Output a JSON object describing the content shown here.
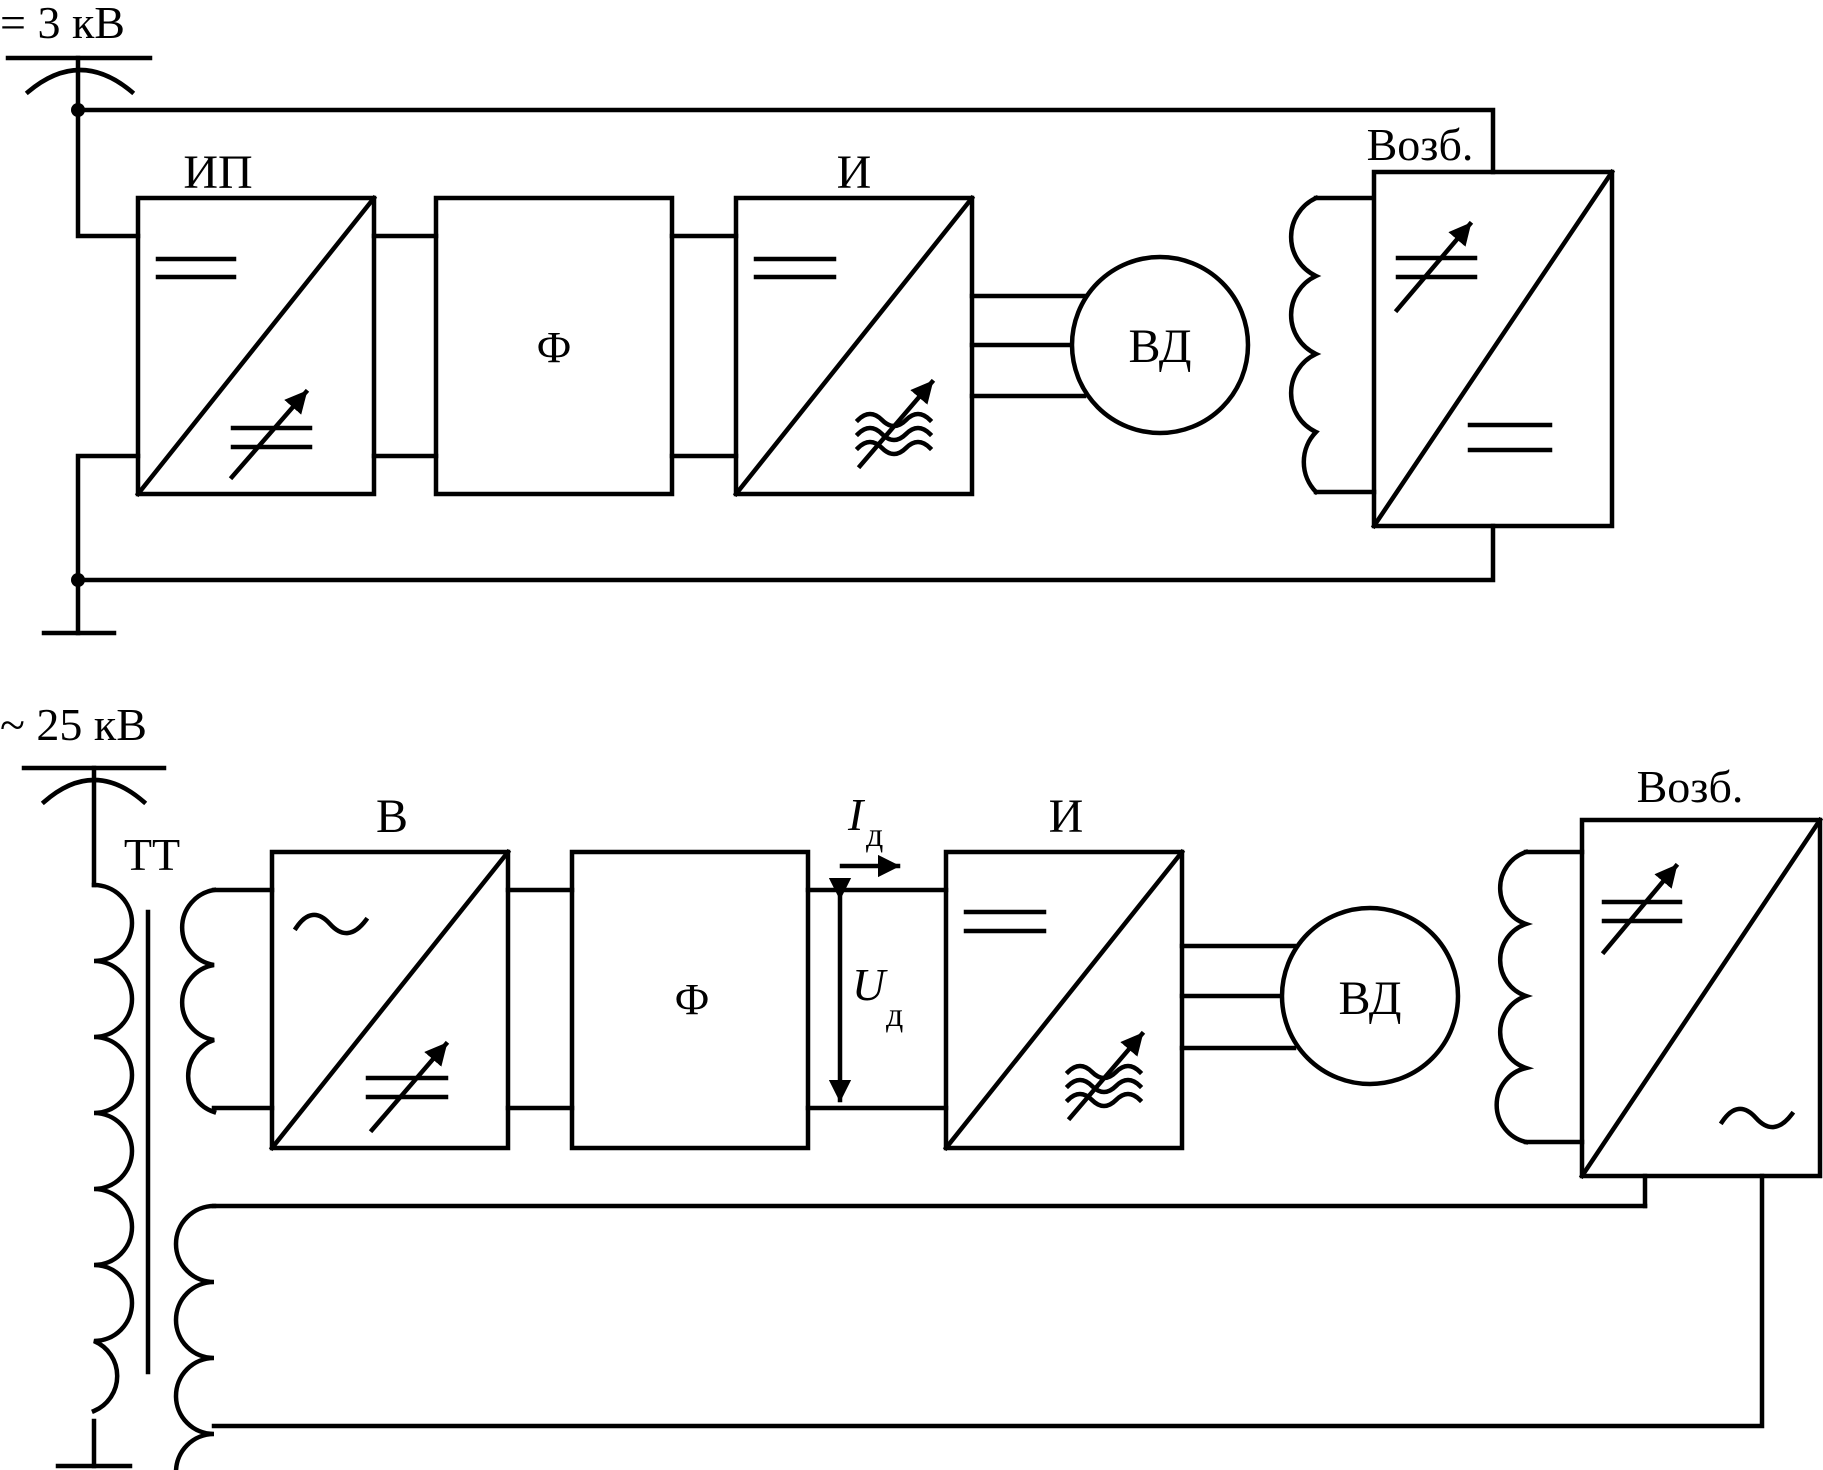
{
  "top": {
    "supply_label": "= 3 кВ",
    "power_supply_label": "ИП",
    "filter_label": "Ф",
    "inverter_label": "И",
    "motor_label": "ВД",
    "exciter_label": "Возб."
  },
  "bottom": {
    "supply_label": "~ 25 кВ",
    "transformer_label": "ТТ",
    "rectifier_label": "В",
    "filter_label": "Ф",
    "current_symbol": "I",
    "current_subscript": "д",
    "voltage_symbol": "U",
    "voltage_subscript": "д",
    "inverter_label": "И",
    "motor_label": "ВД",
    "exciter_label": "Возб."
  }
}
